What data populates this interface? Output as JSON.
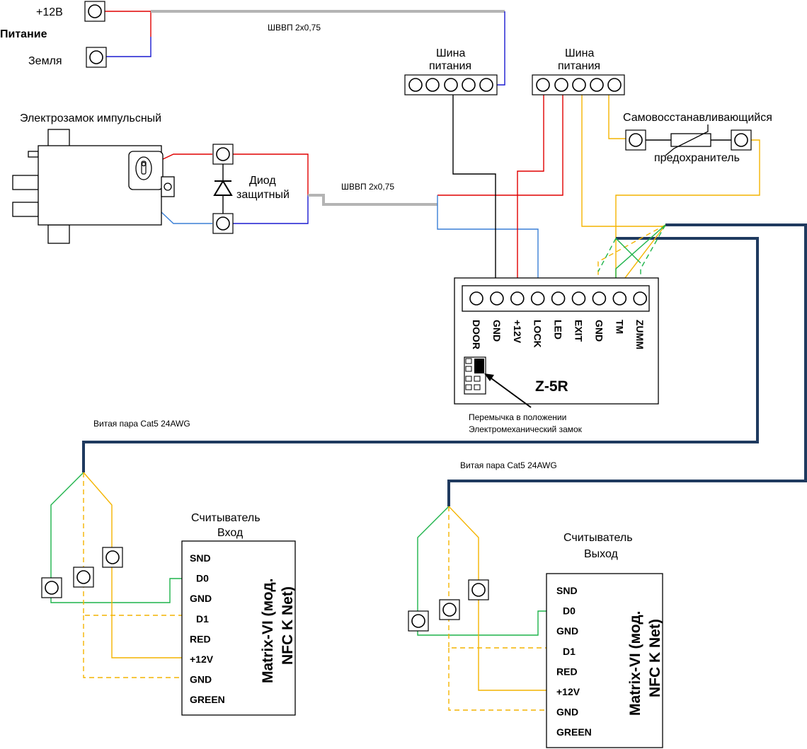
{
  "power": {
    "plus12": "+12В",
    "title": "Питание",
    "ground": "Земля"
  },
  "cables": {
    "top": "ШВВП 2х0,75",
    "lock": "ШВВП 2х0,75",
    "twisted_left": "Витая пара Cat5 24AWG",
    "twisted_right": "Витая пара Cat5 24AWG"
  },
  "bus_left": {
    "line1": "Шина",
    "line2": "питания"
  },
  "bus_right": {
    "line1": "Шина",
    "line2": "питания"
  },
  "lock": {
    "title": "Электрозамок импульсный"
  },
  "diode": {
    "line1": "Диод",
    "line2": "защитный"
  },
  "fuse": {
    "line1": "Самовосстанавливающийся",
    "line2": "предохранитель"
  },
  "controller": {
    "name": "Z-5R",
    "terminals": [
      "DOOR",
      "GND",
      "+12V",
      "LOCK",
      "LED",
      "EXIT",
      "GND",
      "TM",
      "ZUMM"
    ],
    "jumper_note_line1": "Перемычка в положении",
    "jumper_note_line2": "Электромеханический замок"
  },
  "reader_in": {
    "title1": "Считыватель",
    "title2": "Вход",
    "model1": "Matrix-VI (мод.",
    "model2": "NFC K Net)",
    "pins": [
      "SND",
      "D0",
      "GND",
      "D1",
      "RED",
      "+12V",
      "GND",
      "GREEN"
    ]
  },
  "reader_out": {
    "title1": "Считыватель",
    "title2": "Выход",
    "model1": "Matrix-VI (мод.",
    "model2": "NFC K Net)",
    "pins": [
      "SND",
      "D0",
      "GND",
      "D1",
      "RED",
      "+12V",
      "GND",
      "GREEN"
    ]
  },
  "colors": {
    "plus_wire": "#e00000",
    "minus_wire": "#1a1ad0",
    "cable_gray": "#b4b4b4",
    "twisted_pair": "#1f3a5f",
    "orange_pair": "#f4b400",
    "green_pair": "#1db34a"
  }
}
